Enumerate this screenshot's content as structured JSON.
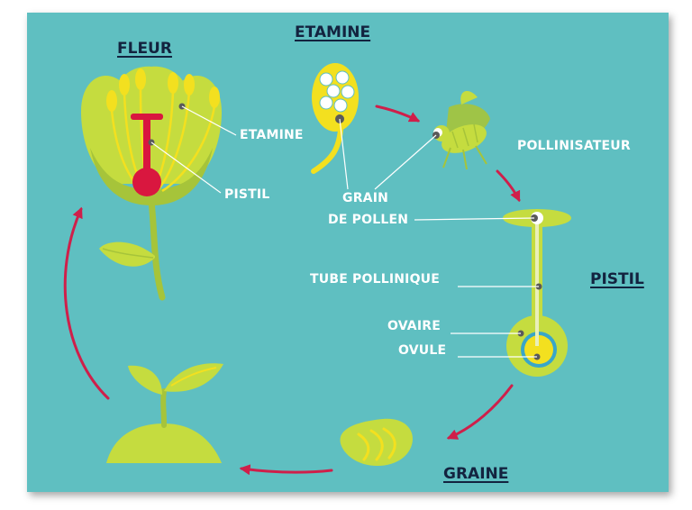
{
  "titles": {
    "fleur": "FLEUR",
    "etamine": "ETAMINE",
    "pistil": "PISTIL",
    "graine": "GRAINE"
  },
  "labels": {
    "etamine": "ETAMINE",
    "pistil": "PISTIL",
    "grain_line1": "GRAIN",
    "grain_line2": "DE POLLEN",
    "pollinisateur": "POLLINISATEUR",
    "tube": "TUBE POLLINIQUE",
    "ovaire": "OVAIRE",
    "ovule": "OVULE"
  },
  "colors": {
    "background": "#5fbfc1",
    "plant_green": "#c5dc3f",
    "plant_dark": "#a6c43a",
    "yellow": "#f3e01f",
    "pistil_red": "#d9173f",
    "arrow_red": "#cf1f4a",
    "title_navy": "#13233f",
    "label_white": "#ffffff",
    "pointer_grey": "#5a5a5a"
  }
}
